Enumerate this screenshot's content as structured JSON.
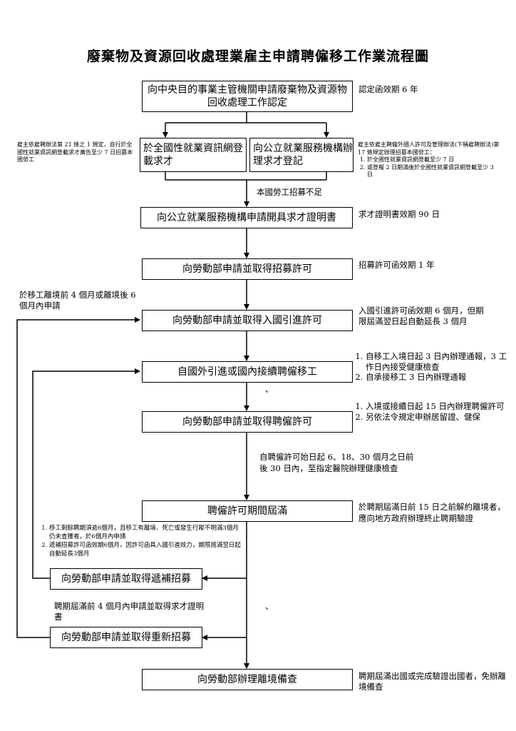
{
  "title": "廢棄物及資源回收處理業雇主申請聘僱移工作業流程圖",
  "boxes": {
    "b1": "向中央目的事業主管機關申請廢棄物及資源物回收處理工作認定",
    "b2a": "於全國性就業資訊網登載求才",
    "b2b": "向公立就業服務機構辦理求才登記",
    "b3": "向公立就業服務機構申請開具求才證明書",
    "b4": "向勞動部申請並取得招募許可",
    "b5": "向勞動部申請並取得入國引進許可",
    "b6": "自國外引進或國內接續聘僱移工",
    "b7": "向勞動部申請並取得聘僱許可",
    "b8": "聘僱許可期間屆滿",
    "b9": "向勞動部申請並取得遞補招募",
    "b10": "向勞動部申請並取得重新招募",
    "b11": "向勞動部辦理離境備查"
  },
  "notes": {
    "n1": "認定函效期 6 年",
    "n2_left": "雇主依雇聘辦法第 21 條之 1 規定，自行於全國性就業資訊網登載求才廣告至少 7 日招募本國勞工",
    "n2_right_intro": "雇主依雇主聘僱外國人許可及管理辦法(下稱雇聘辦法)第 17 條規定辦理招募本國勞工：",
    "n2_right_items": [
      "於全國性就業資訊網登載至少 7 日",
      "或登報 2 日期滿後於全國性就業資訊網登載至少 3 日"
    ],
    "n3": "本國勞工招募不足",
    "n4": "求才證明書效期 90 日",
    "n5": "招募許可函效期 1 年",
    "n6": "於移工離境前 4 個月或離境後 6 個月內申請",
    "n7": "入國引進許可函效期 6 個月，但期限屆滿翌日起自動延長 3 個月",
    "n8_items": [
      "自移工入境日起 3 日內辦理通報，3 工作日內接受健康檢查",
      "自承接移工 3 日內辦理通報"
    ],
    "n9_items": [
      "入境或接續日起 15 日內辦理聘僱許可",
      "另依法令規定申辦居留證、健保"
    ],
    "n10": "自聘僱許可始日起 6、18、30 個月之日前後 30 日內，至指定醫院辦理健康檢查",
    "n11": "於聘期屆滿日前 15 日之前解約離境者，應向地方政府辦理終止聘期驗證",
    "n12_items": [
      "移工剩餘聘期須逾6個月，且移工有離境、死亡或發生行蹤不明滿3個月仍未查獲者，於6個月內申請",
      "遞補招募許可函效期6個月，因許可函具入國引進效力，期限屆滿翌日起自動延長3個月"
    ],
    "n13": "聘期屆滿前 4 個月內申請並取得求才證明書",
    "n14": "聘期屆滿出國或完成驗證出國者，免辦離境備查",
    "mark1": "、",
    "mark2": "、"
  }
}
